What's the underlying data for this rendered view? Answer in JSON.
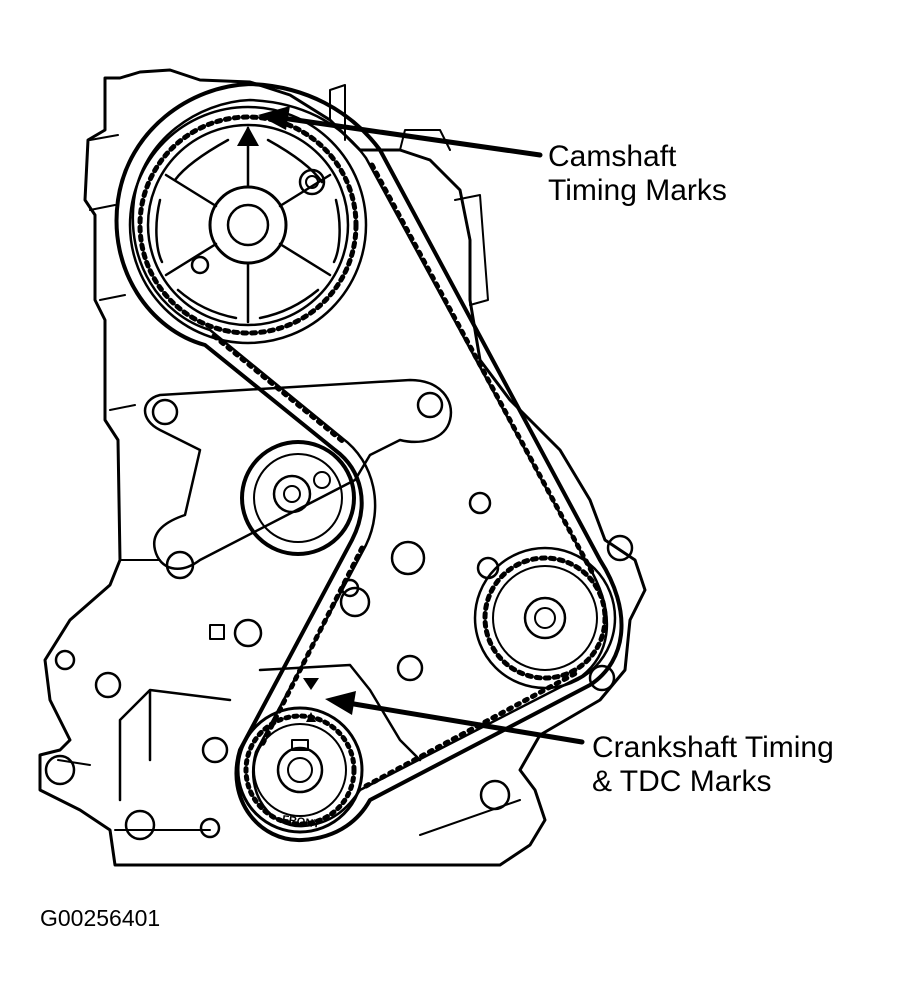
{
  "labels": {
    "camshaft_line1": "Camshaft",
    "camshaft_line2": "Timing Marks",
    "crankshaft_line1": "Crankshaft Timing",
    "crankshaft_line2": "& TDC Marks",
    "front_mark": "FRONT"
  },
  "figure_id": "G00256401",
  "colors": {
    "ink": "#000000",
    "paper": "#ffffff"
  }
}
